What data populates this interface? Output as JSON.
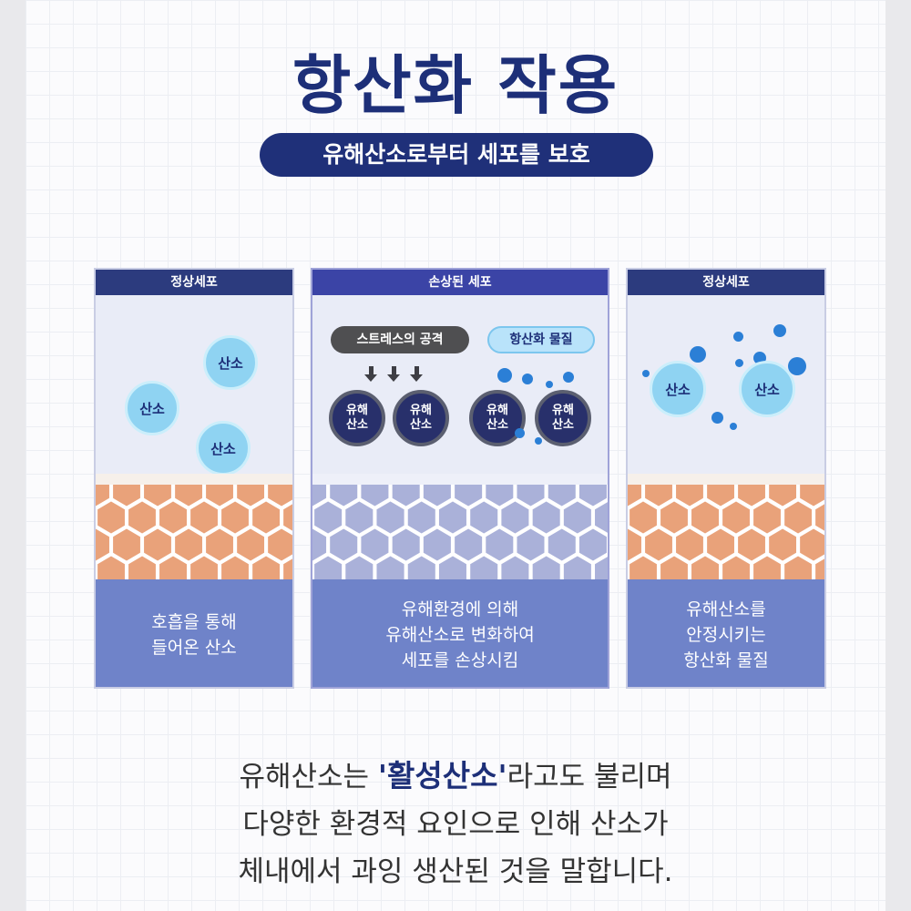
{
  "title": "항산화 작용",
  "subtitle": "유해산소로부터 세포를 보호",
  "panels": [
    {
      "header": "정상세포",
      "bubbles": [
        "산소",
        "산소",
        "산소"
      ],
      "caption": [
        "호흡을 통해",
        "들어온 산소"
      ],
      "hex_color": "#e9a27a"
    },
    {
      "header": "손상된 세포",
      "stress_label": "스트레스의 공격",
      "antioxidant_label": "항산화 물질",
      "radicals": [
        {
          "line1": "유해",
          "line2": "산소"
        },
        {
          "line1": "유해",
          "line2": "산소"
        },
        {
          "line1": "유해",
          "line2": "산소"
        },
        {
          "line1": "유해",
          "line2": "산소"
        }
      ],
      "caption": [
        "유해환경에 의해",
        "유해산소로 변화하여",
        "세포를 손상시킴"
      ],
      "hex_color": "#aab1d9"
    },
    {
      "header": "정상세포",
      "bubbles": [
        "산소",
        "산소"
      ],
      "caption": [
        "유해산소를",
        "안정시키는",
        "항산화 물질"
      ],
      "hex_color": "#e9a27a"
    }
  ],
  "body": {
    "line1_pre": "유해산소는 ",
    "line1_highlight": "'활성산소'",
    "line1_post": "라고도 불리며",
    "line2": "다양한 환경적 요인으로 인해 산소가",
    "line3": "체내에서 과잉 생산된 것을 말합니다."
  },
  "colors": {
    "navy": "#1d2f78",
    "caption_bg": "#6f83c9",
    "oxygen": "#8fd3f2",
    "dot_blue": "#2b7fd6"
  }
}
